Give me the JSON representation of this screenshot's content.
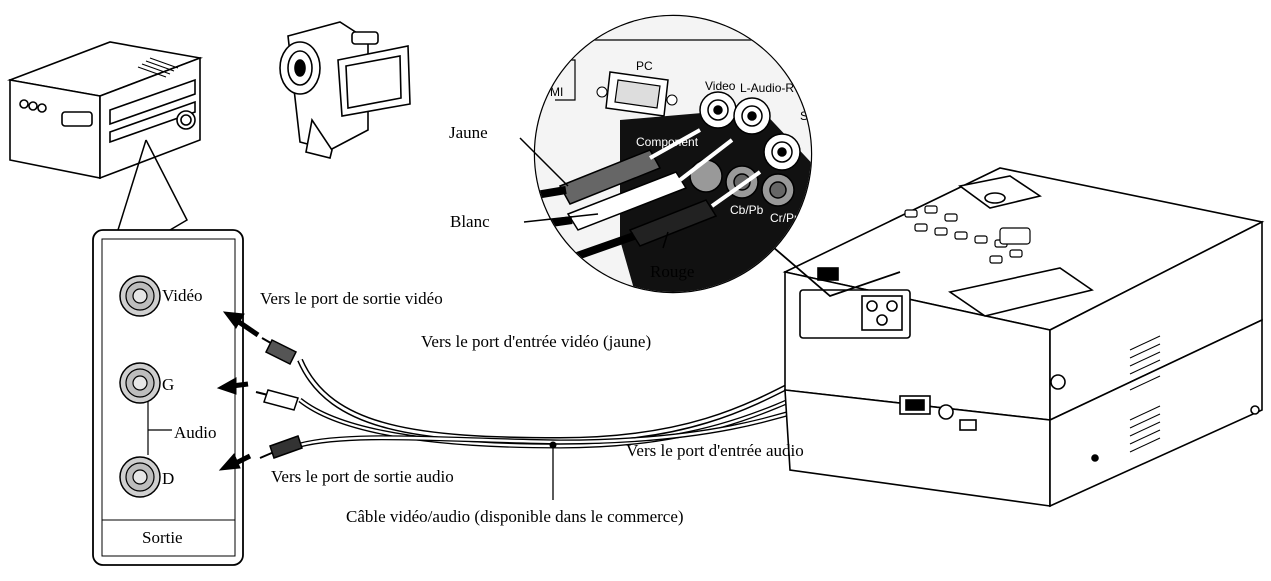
{
  "labels": {
    "jaune": "Jaune",
    "blanc": "Blanc",
    "rouge": "Rouge",
    "video_panel": "Vidéo",
    "g": "G",
    "audio": "Audio",
    "d": "D",
    "sortie": "Sortie",
    "to_video_out": "Vers le port de sortie vidéo",
    "to_video_in": "Vers le port d'entrée vidéo (jaune)",
    "to_audio_in": "Vers le port d'entrée audio",
    "to_audio_out": "Vers le port de sortie audio",
    "cable": "Câble vidéo/audio (disponible dans le commerce)"
  },
  "zoom_labels": {
    "pc": "PC",
    "video": "Video",
    "l_audio_r": "L-Audio-R",
    "component": "Component",
    "cb_pb": "Cb/Pb",
    "cr_pr": "Cr/Pr",
    "hdmi_partial": "MI",
    "side_partial": "Se"
  },
  "colors": {
    "line": "#000000",
    "panel_dark": "#111111",
    "device_fill": "#ffffff",
    "port_gray": "#d9d9d9"
  }
}
